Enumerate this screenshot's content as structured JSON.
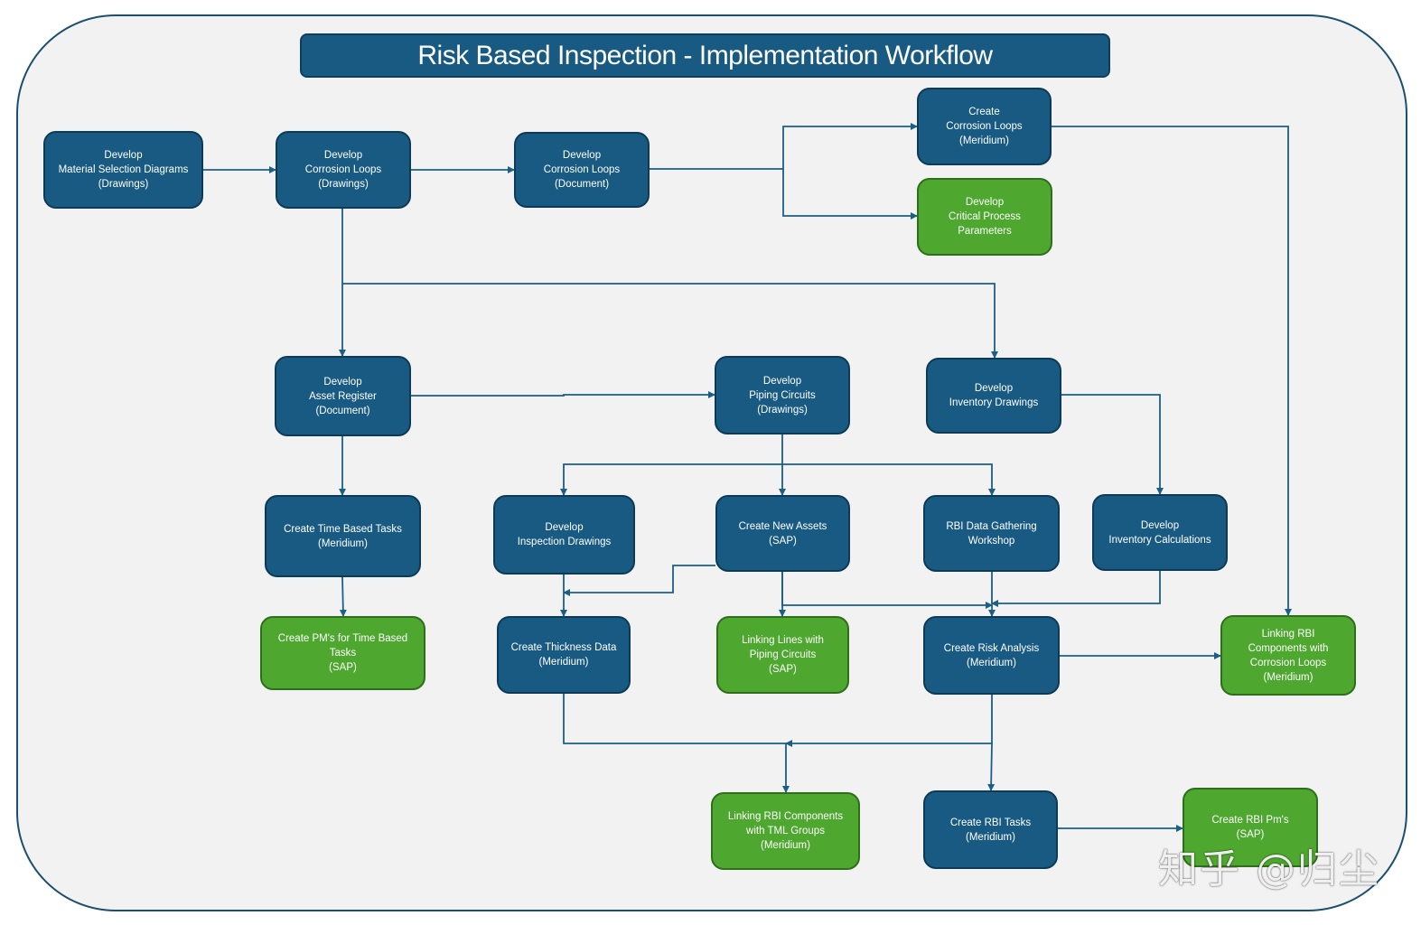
{
  "title": "Risk Based Inspection - Implementation Workflow",
  "nodes": [
    {
      "id": "msd",
      "color": "blue",
      "label": "Develop\nMaterial Selection Diagrams\n(Drawings)"
    },
    {
      "id": "clDraw",
      "color": "blue",
      "label": "Develop\nCorrosion Loops\n(Drawings)"
    },
    {
      "id": "clDoc",
      "color": "blue",
      "label": "Develop\nCorrosion Loops\n(Document)"
    },
    {
      "id": "clMer",
      "color": "blue",
      "label": "Create\nCorrosion Loops\n(Meridium)"
    },
    {
      "id": "cpp",
      "color": "green",
      "label": "Develop\nCritical Process\nParameters"
    },
    {
      "id": "assetReg",
      "color": "blue",
      "label": "Develop\nAsset Register\n(Document)"
    },
    {
      "id": "pipingCirc",
      "color": "blue",
      "label": "Develop\nPiping Circuits\n(Drawings)"
    },
    {
      "id": "invDraw",
      "color": "blue",
      "label": "Develop\nInventory Drawings"
    },
    {
      "id": "timeTasks",
      "color": "blue",
      "label": "Create Time Based Tasks\n(Meridium)"
    },
    {
      "id": "inspDraw",
      "color": "blue",
      "label": "Develop\nInspection Drawings"
    },
    {
      "id": "newAssets",
      "color": "blue",
      "label": "Create New Assets\n(SAP)"
    },
    {
      "id": "rbiWorkshop",
      "color": "blue",
      "label": "RBI Data Gathering\nWorkshop"
    },
    {
      "id": "invCalc",
      "color": "blue",
      "label": "Develop\nInventory Calculations"
    },
    {
      "id": "pmTime",
      "color": "green",
      "label": "Create PM's for Time Based\nTasks\n(SAP)"
    },
    {
      "id": "thickness",
      "color": "blue",
      "label": "Create Thickness Data\n(Meridium)"
    },
    {
      "id": "linkLines",
      "color": "green",
      "label": "Linking Lines with\nPiping Circuits\n(SAP)"
    },
    {
      "id": "riskAnalysis",
      "color": "blue",
      "label": "Create  Risk Analysis\n(Meridium)"
    },
    {
      "id": "linkCorr",
      "color": "green",
      "label": "Linking RBI\nComponents with\nCorrosion Loops\n(Meridium)"
    },
    {
      "id": "linkTml",
      "color": "green",
      "label": "Linking RBI Components\nwith TML Groups\n(Meridium)"
    },
    {
      "id": "rbiTasks",
      "color": "blue",
      "label": "Create RBI Tasks\n(Meridium)"
    },
    {
      "id": "rbiPm",
      "color": "green",
      "label": "Create RBI Pm's\n(SAP)"
    }
  ],
  "edges": [
    {
      "from": "msd",
      "to": "clDraw"
    },
    {
      "from": "clDraw",
      "to": "clDoc"
    },
    {
      "from": "clDoc",
      "to": "clMer"
    },
    {
      "from": "clDoc",
      "to": "cpp"
    },
    {
      "from": "clMer",
      "to": "linkCorr"
    },
    {
      "from": "clDraw",
      "to": "assetReg"
    },
    {
      "from": "clDraw",
      "to": "invDraw"
    },
    {
      "from": "assetReg",
      "to": "pipingCirc"
    },
    {
      "from": "assetReg",
      "to": "timeTasks"
    },
    {
      "from": "pipingCirc",
      "to": "inspDraw"
    },
    {
      "from": "pipingCirc",
      "to": "newAssets"
    },
    {
      "from": "pipingCirc",
      "to": "rbiWorkshop"
    },
    {
      "from": "invDraw",
      "to": "invCalc"
    },
    {
      "from": "timeTasks",
      "to": "pmTime"
    },
    {
      "from": "inspDraw",
      "to": "thickness"
    },
    {
      "from": "newAssets",
      "to": "thickness"
    },
    {
      "from": "newAssets",
      "to": "linkLines"
    },
    {
      "from": "newAssets",
      "to": "riskAnalysis"
    },
    {
      "from": "rbiWorkshop",
      "to": "riskAnalysis"
    },
    {
      "from": "invCalc",
      "to": "riskAnalysis"
    },
    {
      "from": "riskAnalysis",
      "to": "linkCorr"
    },
    {
      "from": "thickness",
      "to": "linkTml"
    },
    {
      "from": "riskAnalysis",
      "to": "linkTml"
    },
    {
      "from": "riskAnalysis",
      "to": "rbiTasks"
    },
    {
      "from": "rbiTasks",
      "to": "rbiPm"
    }
  ],
  "watermark": "知乎 @归尘",
  "colors": {
    "blue": "#185a82",
    "green": "#4ea72e",
    "line": "#1b5f86"
  }
}
